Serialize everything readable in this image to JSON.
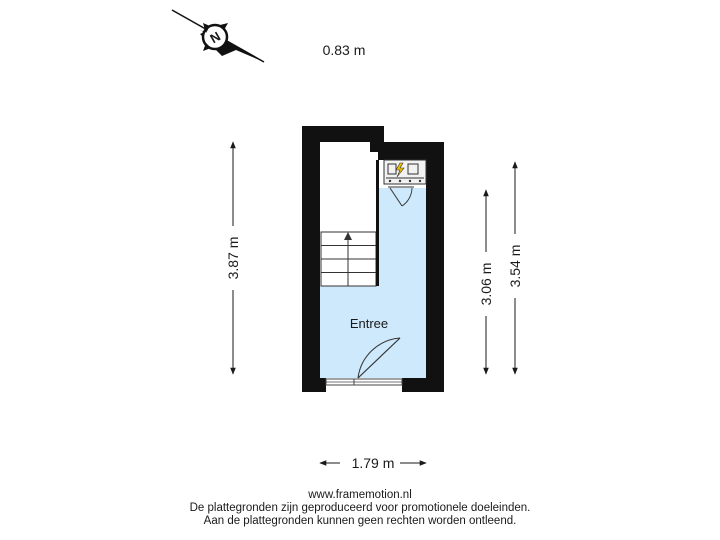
{
  "compass": {
    "letter": "N",
    "icon": "compass-rose-icon"
  },
  "dimensions": {
    "top": "0.83 m",
    "left": "3.87 m",
    "right_inner": "3.06 m",
    "right_outer": "3.54 m",
    "bottom": "1.79 m"
  },
  "rooms": {
    "entrance": "Entree"
  },
  "footer": {
    "website": "www.framemotion.nl",
    "line1": "De plattegronden zijn geproduceerd voor promotionele doeleinden.",
    "line2": "Aan de plattegronden kunnen geen rechten worden ontleend."
  },
  "colors": {
    "wall": "#111111",
    "floor": "#cde9fb",
    "stairs": "#ffffff",
    "dimension_line": "#1a1a1a",
    "meter_accent": "#f2c200"
  }
}
